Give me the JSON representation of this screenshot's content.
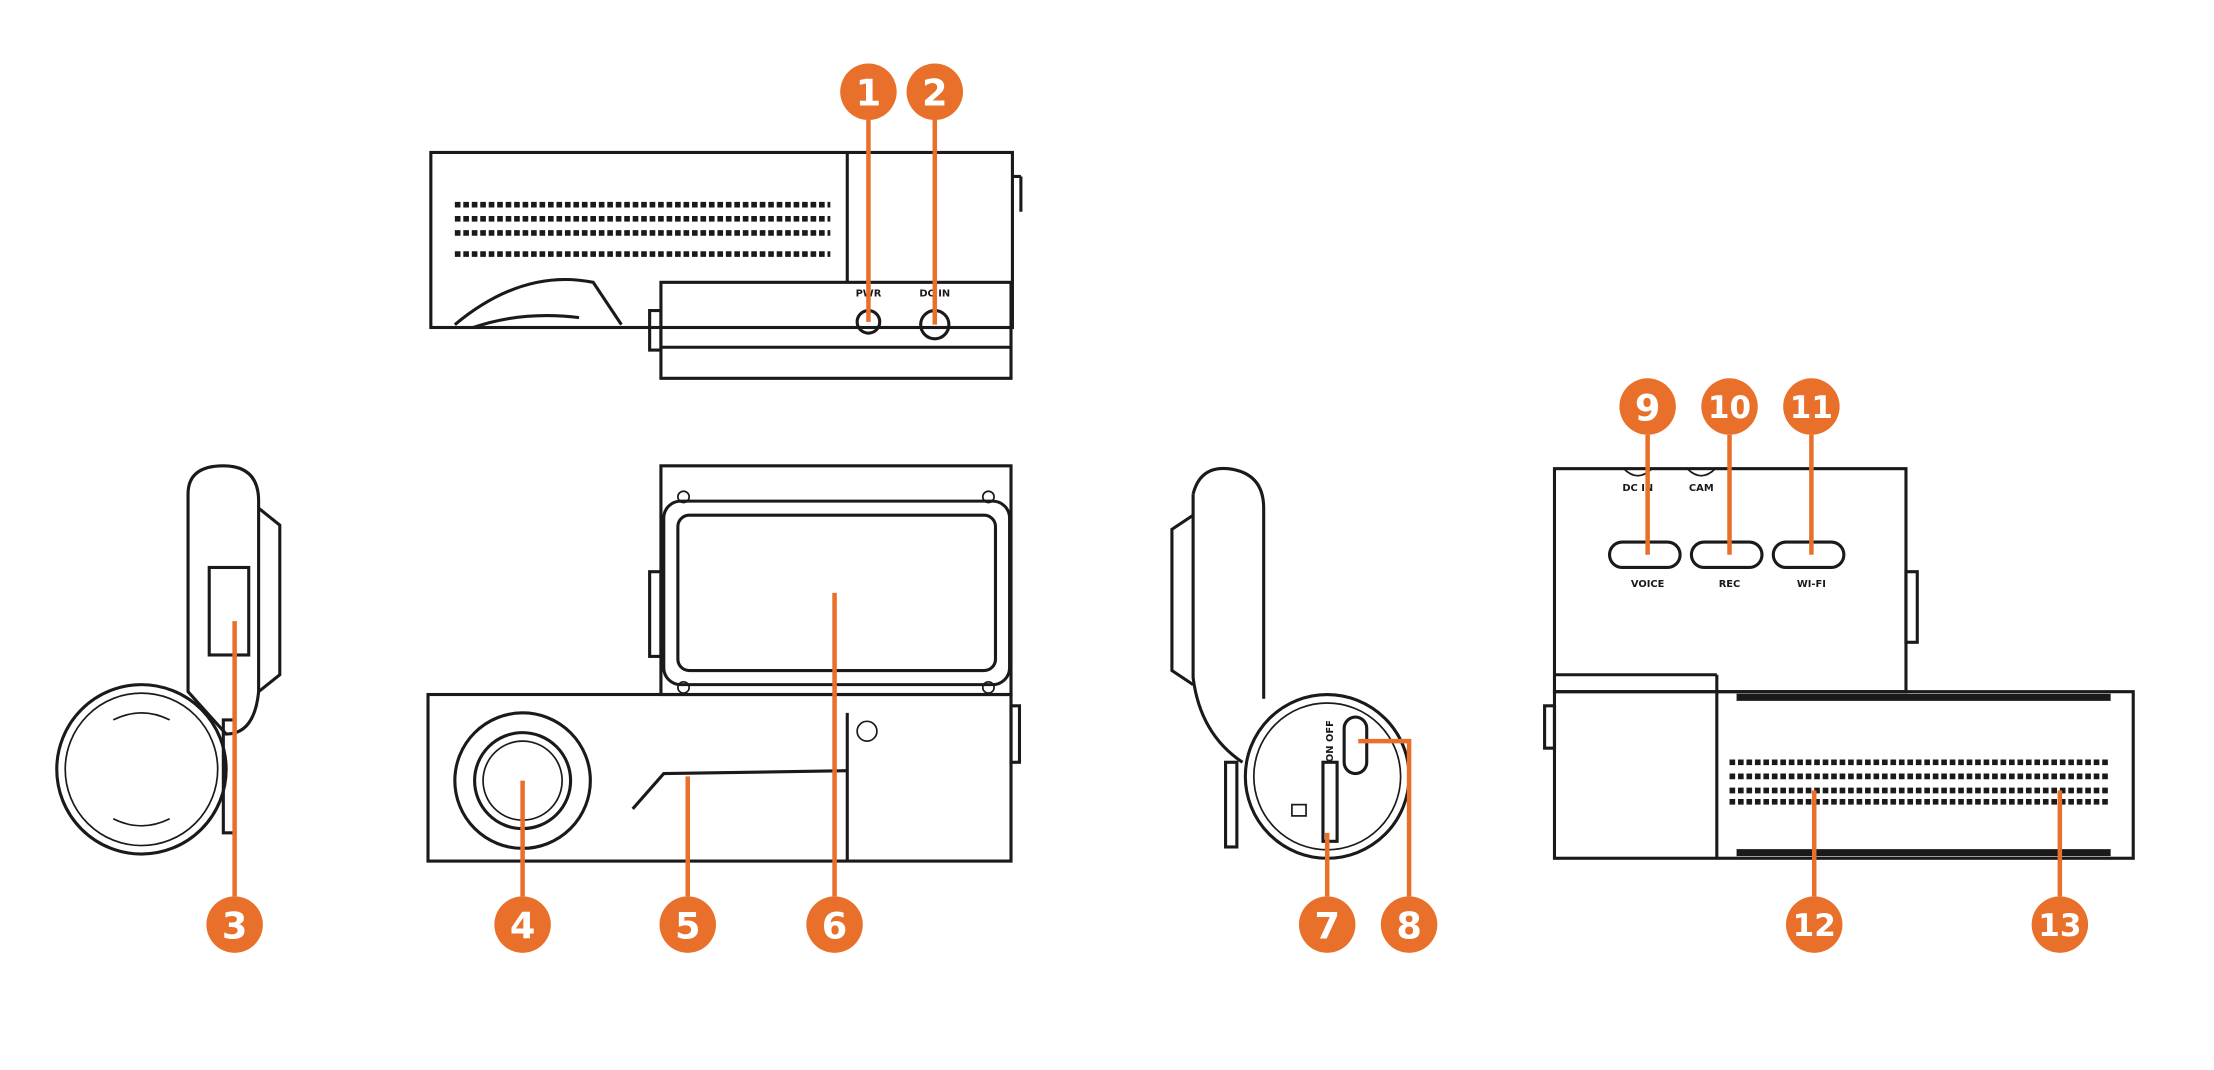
{
  "diagram": {
    "accent_color": "#e8702a",
    "callouts": [
      "1",
      "2",
      "3",
      "4",
      "5",
      "6",
      "7",
      "8",
      "9",
      "10",
      "11",
      "12",
      "13"
    ],
    "top_view_labels": {
      "port1": "PWR",
      "port2": "DC IN"
    },
    "rear_view_labels": {
      "dc_in": "DC IN",
      "cam": "CAM",
      "voice": "VOICE",
      "rec": "REC",
      "wifi": "WI-FI"
    },
    "side_view_labels": {
      "switch": "ON OFF"
    }
  }
}
